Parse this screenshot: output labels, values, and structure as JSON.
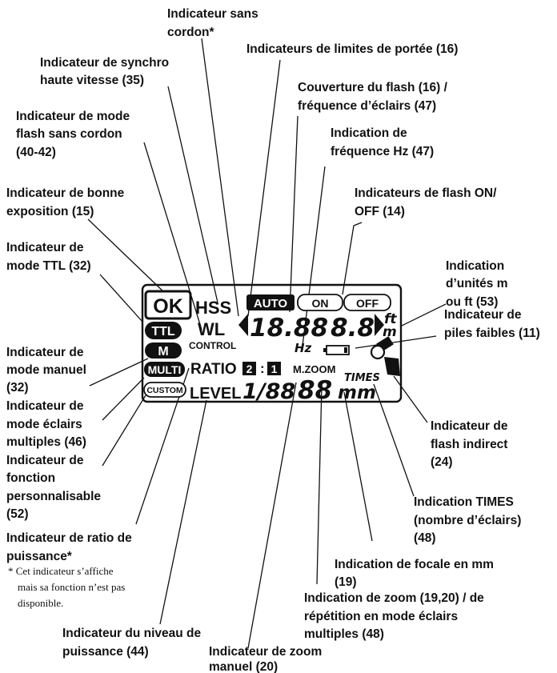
{
  "labels": {
    "wireless": [
      "Indicateur sans",
      "cordon*"
    ],
    "range_limits": [
      "Indicateurs de limites de portée (16)"
    ],
    "hss": [
      "Indicateur de synchro",
      "haute vitesse (35)"
    ],
    "coverage": [
      "Couverture du flash (16) /",
      "fréquence d’éclairs (47)"
    ],
    "wireless_mode": [
      "Indicateur de mode",
      "flash sans cordon",
      "(40-42)"
    ],
    "hz": [
      "Indication de",
      "fréquence Hz (47)"
    ],
    "ok": [
      "Indicateur de bonne",
      "exposition (15)"
    ],
    "on_off": [
      "Indicateurs de flash ON/",
      "OFF (14)"
    ],
    "ttl": [
      "Indicateur de",
      "mode TTL (32)"
    ],
    "units": [
      "Indication",
      "d’unités m",
      "ou ft (53)"
    ],
    "battery": [
      "Indicateur de",
      "piles faibles (11)"
    ],
    "manual": [
      "Indicateur de",
      "mode manuel",
      "(32)"
    ],
    "multi": [
      "Indicateur de",
      "mode éclairs",
      "multiples (46)"
    ],
    "bounce": [
      "Indicateur de",
      "flash indirect",
      "(24)"
    ],
    "custom": [
      "Indicateur de",
      "fonction",
      "personnalisable",
      "(52)"
    ],
    "times": [
      "Indication TIMES",
      "(nombre d’éclairs)",
      "(48)"
    ],
    "ratio": [
      "Indicateur de ratio de",
      "puissance*"
    ],
    "focal": [
      "Indication de focale en mm",
      "(19)"
    ],
    "zoom_rep": [
      "Indication de zoom (19,20) / de",
      "répétition en mode éclairs",
      "multiples (48)"
    ],
    "level": [
      "Indicateur du niveau de",
      "puissance (44)"
    ],
    "manual_zoom": [
      "Indicateur de zoom",
      "manuel (20)"
    ]
  },
  "footnote": [
    "* Cet indicateur s’affiche",
    "mais sa fonction n’est pas",
    "disponible."
  ],
  "lcd": {
    "ok": "OK",
    "hss": "HSS",
    "auto": "AUTO",
    "on": "ON",
    "off": "OFF",
    "ttl": "TTL",
    "wl": "WL",
    "control": "CONTROL",
    "m": "M",
    "multi": "MULTI",
    "custom": "CUSTOM",
    "ratio": "RATIO",
    "ratio_a": "2",
    "ratio_sep": ":",
    "ratio_b": "1",
    "level": "LEVEL",
    "level_digits": "1/88",
    "main_digits": "18.88",
    "decimal_digit": "8.8",
    "ft": "ft",
    "m_unit": "m",
    "hz": "Hz",
    "mzoom": "M.ZOOM",
    "zoom_digits": "88",
    "times": "TIMES",
    "mm": "mm"
  }
}
